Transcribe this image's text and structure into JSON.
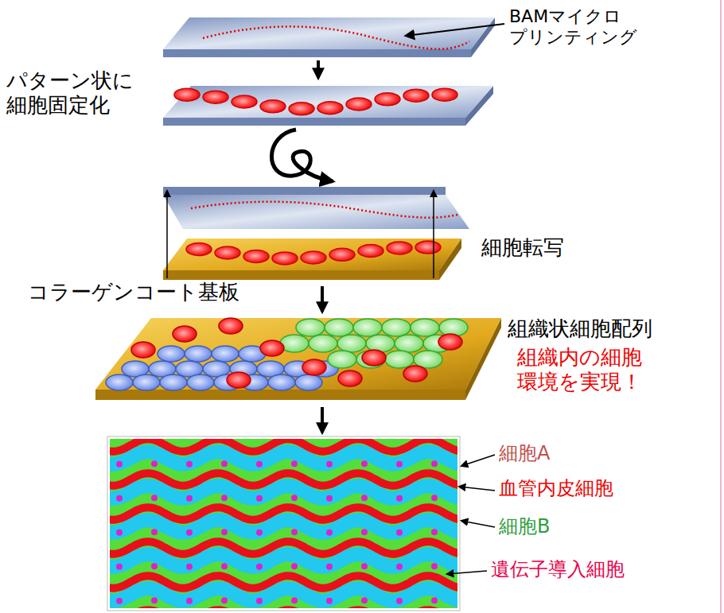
{
  "diagram": {
    "labels": [
      "BAMマイクロ プリンティング",
      "パターン状に 細胞固定化",
      "細胞転写",
      "コラーゲンコート基板",
      "組織状細胞配列",
      "組織内の細胞 環境を実現！",
      "細胞A",
      "血管内皮細胞",
      "細胞B",
      "遺伝子導入細胞"
    ]
  }
}
